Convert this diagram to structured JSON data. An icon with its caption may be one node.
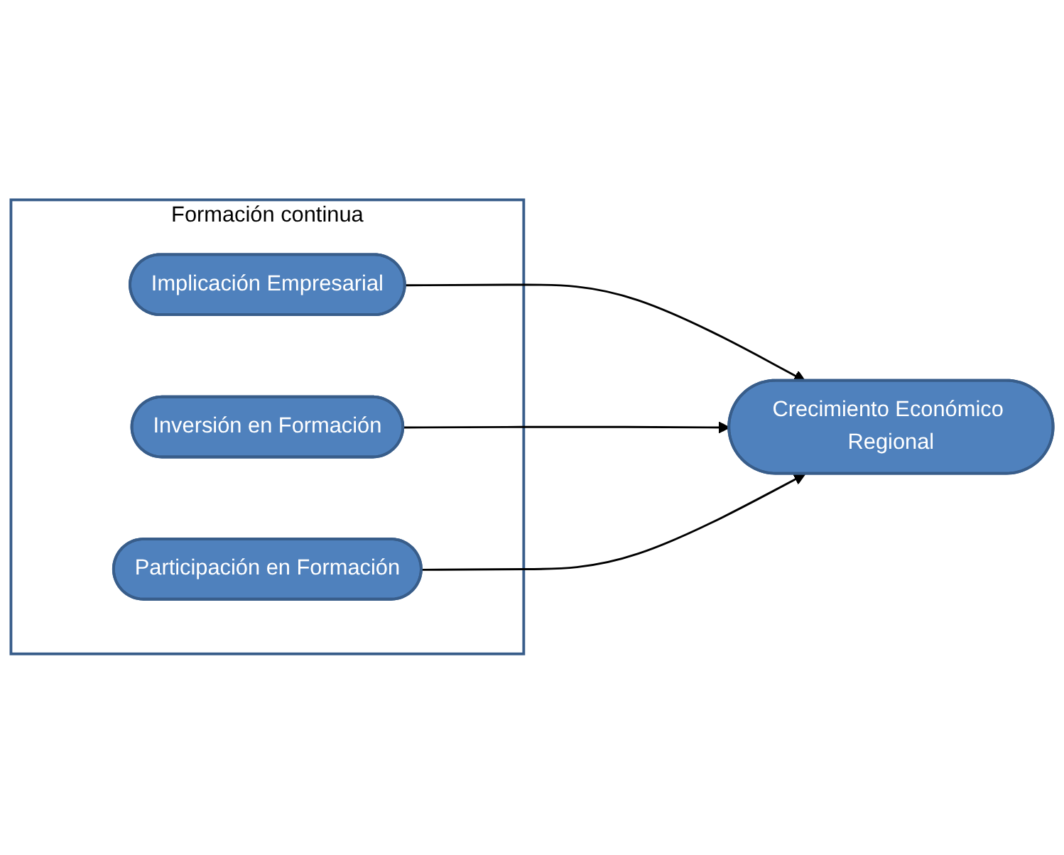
{
  "diagram": {
    "nodes": [
      {
        "text": [
          "Formación continua"
        ]
      },
      {
        "text": [
          "Implicación Empresarial"
        ],
        "in": 0
      },
      {
        "text": [
          "Inversión en Formación"
        ],
        "in": 0
      },
      {
        "text": [
          "Participación en Formación"
        ],
        "in": 0
      },
      {
        "text": [
          "Crecimiento Económico Regional"
        ]
      }
    ],
    "edges": [
      {
        "from": 1,
        "to": 4,
        "arrow": "to"
      },
      {
        "from": 2,
        "to": 4,
        "arrow": "to"
      },
      {
        "from": 3,
        "to": 4,
        "arrow": "to"
      }
    ]
  }
}
